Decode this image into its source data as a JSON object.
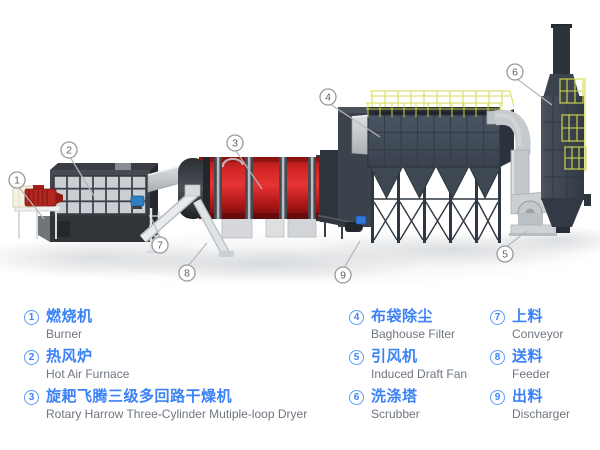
{
  "diagram_type": "rotary-dryer-production-line",
  "colors": {
    "accent_blue": "#3b82f6",
    "english_gray": "#6e7681",
    "dryer_red": "#cf1f1d",
    "equipment_dark": "#3a424d",
    "duct_gray": "#c9ccd0",
    "railing_yellow": "#d6d94e",
    "platform_brown": "#b5793f",
    "callout_gray": "#97999c"
  },
  "equipment": [
    {
      "num": "1",
      "zh": "燃烧机",
      "en": "Burner"
    },
    {
      "num": "2",
      "zh": "热风炉",
      "en": "Hot Air Furnace"
    },
    {
      "num": "3",
      "zh": "旋耙飞腾三级多回路干燥机",
      "en": "Rotary Harrow Three-Cylinder Mutiple-loop Dryer"
    },
    {
      "num": "4",
      "zh": "布袋除尘",
      "en": "Baghouse Filter"
    },
    {
      "num": "5",
      "zh": "引风机",
      "en": "Induced Draft Fan"
    },
    {
      "num": "6",
      "zh": "洗涤塔",
      "en": "Scrubber"
    },
    {
      "num": "7",
      "zh": "上料",
      "en": "Conveyor"
    },
    {
      "num": "8",
      "zh": "送料",
      "en": "Feeder"
    },
    {
      "num": "9",
      "zh": "出料",
      "en": "Discharger"
    }
  ],
  "callouts": [
    {
      "num": "1",
      "target": "burner"
    },
    {
      "num": "2",
      "target": "hot-air-furnace"
    },
    {
      "num": "3",
      "target": "rotary-dryer"
    },
    {
      "num": "4",
      "target": "baghouse-filter"
    },
    {
      "num": "5",
      "target": "induced-draft-fan"
    },
    {
      "num": "6",
      "target": "scrubber"
    },
    {
      "num": "7",
      "target": "conveyor"
    },
    {
      "num": "8",
      "target": "feeder"
    },
    {
      "num": "9",
      "target": "discharger"
    }
  ]
}
